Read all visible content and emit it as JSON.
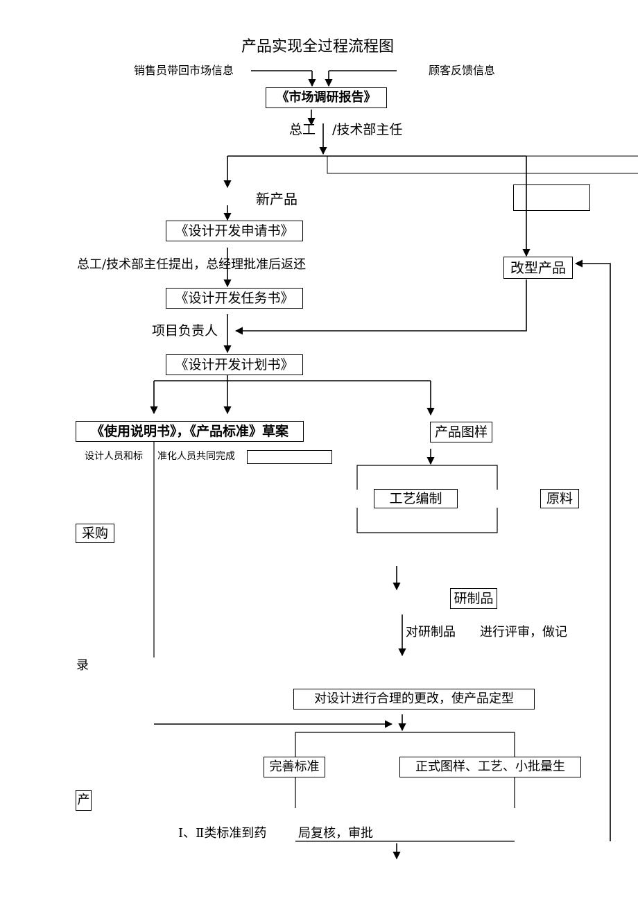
{
  "title": "产品实现全过程流程图",
  "inputs": {
    "sales": "销售员带回市场信息",
    "customer": "顾客反馈信息"
  },
  "market_report": "《市场调研报告》",
  "chief_engineer": {
    "left": "总工",
    "right": "/技术部主任"
  },
  "new_product": "新产品",
  "modified_product": "改型产品",
  "design_application": "《设计开发申请书》",
  "approval_note": "总工/技术部主任提出，总经理批准后返还",
  "design_task": "《设计开发任务书》",
  "project_leader": "项目负责人",
  "design_plan": "《设计开发计划书》",
  "manual_standard": "《使用说明书》，《产品标准》草案",
  "manual_note": {
    "part1": "设计人员和标",
    "part2": "准化人员共同完成"
  },
  "product_drawing": "产品图样",
  "process_prep": "工艺编制",
  "raw_material": "原料",
  "purchase": "采购",
  "prototype": "研制品",
  "review_note": {
    "part1": "对研制品",
    "part2": "进行评审，做记"
  },
  "record_tail": "录",
  "design_change": "对设计进行合理的更改，使产品定型",
  "improve_standard": "完善标准",
  "formal_production": "正式图样、工艺、小批量生",
  "production_tail": "产",
  "authority_review": {
    "part1": "Ⅰ、Ⅱ类标准到药",
    "part2": "局复核，审批"
  }
}
